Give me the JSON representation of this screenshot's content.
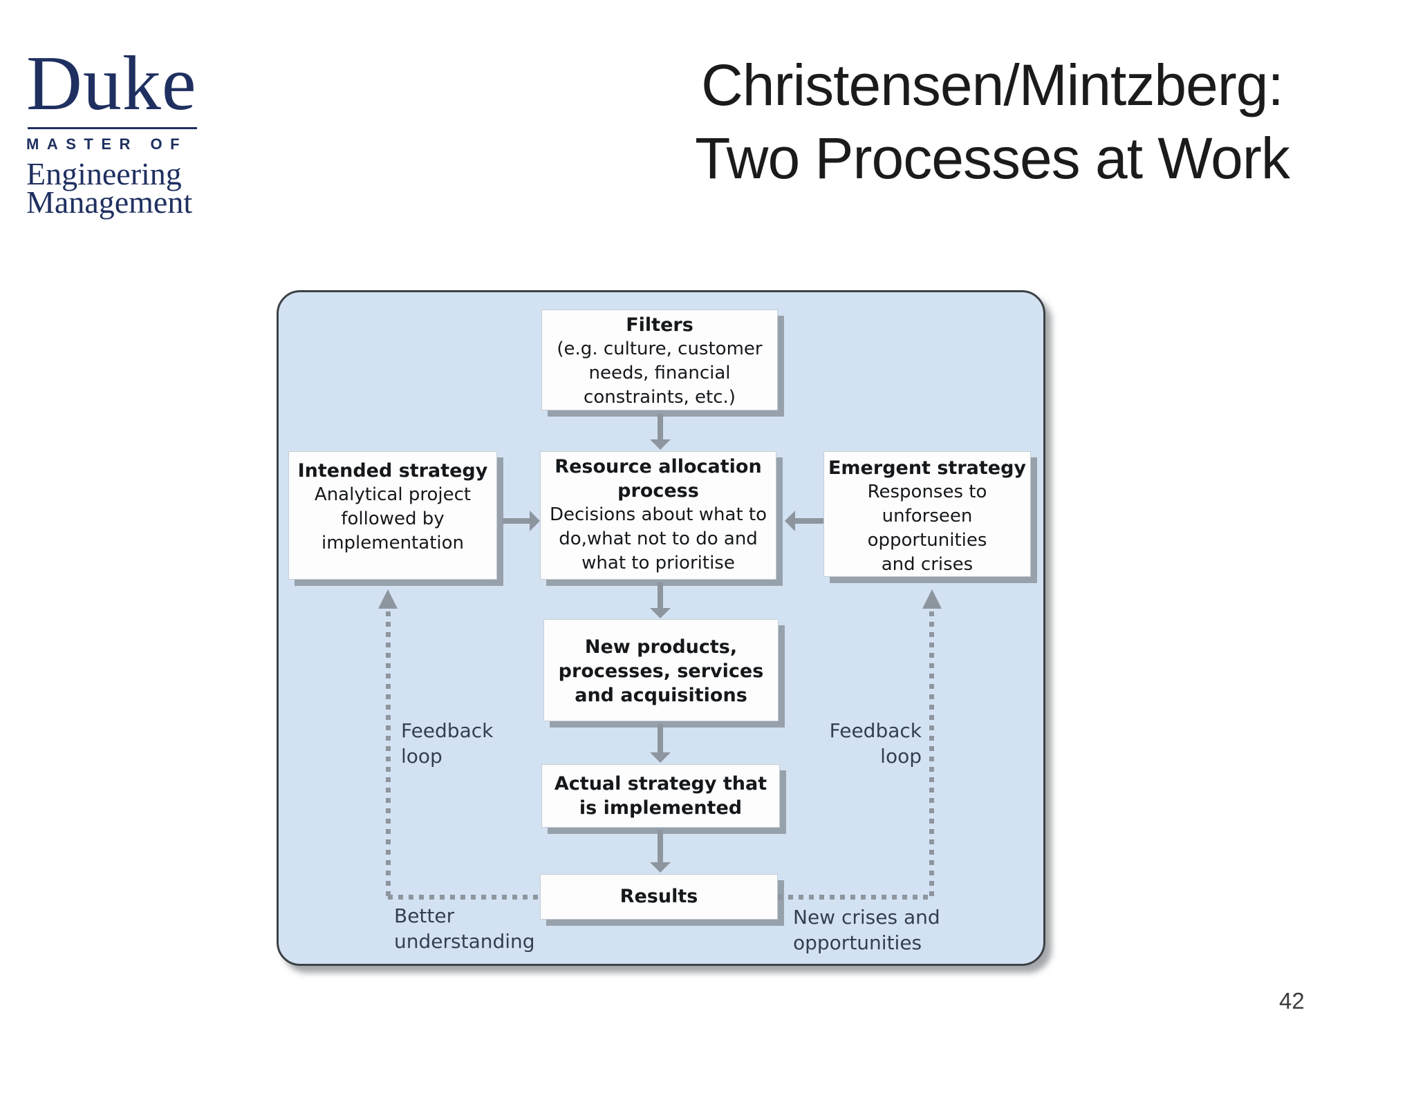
{
  "logo": {
    "wordmark": "Duke",
    "subtitle": "MASTER OF",
    "program": "Engineering\nManagement"
  },
  "title": "Christensen/Mintzberg:\nTwo Processes at Work",
  "diagram": {
    "filters": {
      "heading": "Filters",
      "body": "(e.g. culture, customer\nneeds, financial\nconstraints, etc.)"
    },
    "intended": {
      "heading": "Intended strategy",
      "body": "Analytical project\nfollowed by\nimplementation"
    },
    "resource": {
      "heading": "Resource allocation\nprocess",
      "body": "Decisions about what to\ndo,what not to do and\nwhat to prioritise"
    },
    "emergent": {
      "heading": "Emergent strategy",
      "body": "Responses to\nunforseen\nopportunities\nand crises"
    },
    "new_products": {
      "heading": "New products,\nprocesses, services\nand acquisitions"
    },
    "actual": {
      "heading": "Actual strategy that\nis implemented"
    },
    "results": {
      "heading": "Results"
    },
    "labels": {
      "feedback_left": "Feedback\nloop",
      "feedback_right": "Feedback\nloop",
      "better_understanding": "Better\nunderstanding",
      "new_crises": "New crises and\nopportunities"
    }
  },
  "page_number": "42",
  "colors": {
    "duke_navy": "#1f3060",
    "diagram_bg": "#d3e2f2",
    "diagram_border": "#3d4247",
    "arrow_gray": "#8d959e",
    "box_shadow_gray": "#97a1ab",
    "label_text": "#333f4f",
    "title_text": "#1b1b1b"
  }
}
